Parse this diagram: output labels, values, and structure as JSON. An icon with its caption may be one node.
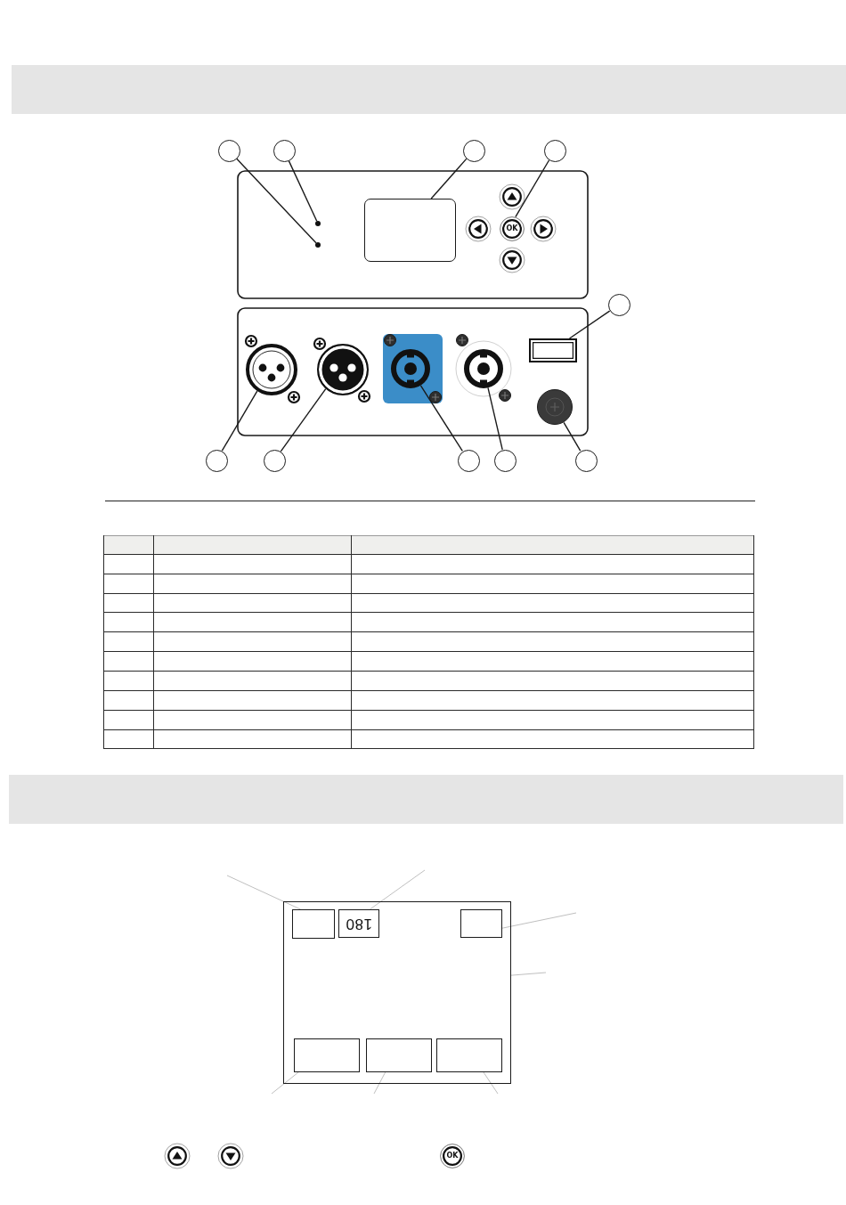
{
  "diagram": {
    "nodes": [
      {
        "text": [],
        "shape": "circle"
      },
      {
        "text": [],
        "shape": "circle"
      },
      {
        "text": [],
        "shape": "circle"
      },
      {
        "text": [],
        "shape": "circle"
      },
      {
        "text": [],
        "shape": "circle"
      },
      {
        "text": [],
        "shape": "circle"
      },
      {
        "text": [],
        "shape": "box"
      },
      {
        "text": [
          "OK"
        ]
      },
      {
        "text": [],
        "shape": "circle"
      },
      {
        "text": [],
        "shape": "circle"
      },
      {
        "text": [],
        "shape": "circle"
      },
      {
        "text": [],
        "shape": "circle"
      },
      {
        "text": [],
        "shape": "circle"
      },
      {
        "text": [],
        "shape": "box"
      },
      {
        "text": [],
        "shape": "circle"
      },
      {
        "text": [],
        "shape": "circle"
      },
      {
        "text": [],
        "shape": "circle"
      },
      {
        "text": [],
        "shape": "circle"
      },
      {
        "text": [],
        "shape": "circle"
      },
      {
        "text": [],
        "shape": "circle"
      },
      {
        "text": [],
        "shape": "box"
      },
      {
        "text": [],
        "shape": "box",
        "in": 20
      },
      {
        "text": [
          "180"
        ],
        "in": 20
      },
      {
        "text": [],
        "shape": "box",
        "in": 20
      },
      {
        "text": [],
        "shape": "box",
        "in": 20
      },
      {
        "text": [],
        "shape": "box",
        "in": 20
      },
      {
        "text": [],
        "shape": "box",
        "in": 20
      },
      {
        "text": [
          "OK"
        ]
      }
    ],
    "edges": [
      {
        "from": 0,
        "to": 5,
        "arrow": "none"
      },
      {
        "from": 1,
        "to": 4,
        "arrow": "none"
      },
      {
        "from": 2,
        "to": 6,
        "arrow": "none"
      },
      {
        "from": 3,
        "to": 7,
        "arrow": "none"
      },
      {
        "from": 8,
        "to": 13,
        "arrow": "none"
      },
      {
        "from": 15,
        "to": 9,
        "arrow": "none"
      },
      {
        "from": 16,
        "to": 10,
        "arrow": "none"
      },
      {
        "from": 17,
        "to": 11,
        "arrow": "none"
      },
      {
        "from": 18,
        "to": 12,
        "arrow": "none"
      },
      {
        "from": 19,
        "to": 14,
        "arrow": "none"
      },
      {
        "from": null,
        "to": 21,
        "arrow": "none",
        "color": "#b8b8b8"
      },
      {
        "from": null,
        "to": 22,
        "arrow": "none",
        "color": "#b8b8b8"
      },
      {
        "from": null,
        "to": 23,
        "arrow": "none",
        "color": "#b8b8b8"
      },
      {
        "from": null,
        "to": 20,
        "arrow": "none",
        "color": "#b8b8b8"
      },
      {
        "from": null,
        "to": 24,
        "arrow": "none",
        "color": "#b8b8b8"
      },
      {
        "from": null,
        "to": 25,
        "arrow": "none",
        "color": "#b8b8b8"
      },
      {
        "from": null,
        "to": 26,
        "arrow": "none",
        "color": "#b8b8b8"
      }
    ]
  }
}
